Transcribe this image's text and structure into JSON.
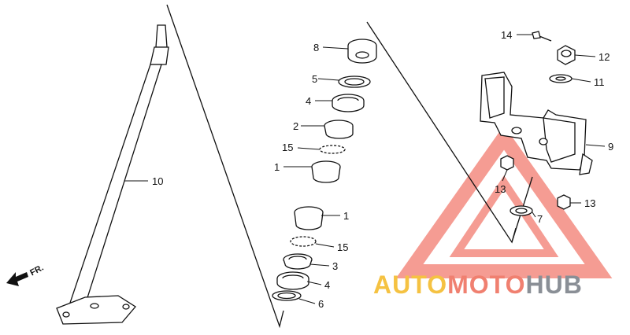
{
  "diagram": {
    "callouts": {
      "c10": "10",
      "c8": "8",
      "c5": "5",
      "c4a": "4",
      "c2": "2",
      "c15a": "15",
      "c1a": "1",
      "c1b": "1",
      "c15b": "15",
      "c3": "3",
      "c4b": "4",
      "c6": "6",
      "c14": "14",
      "c12": "12",
      "c11": "11",
      "c9": "9",
      "c13a": "13",
      "c13b": "13",
      "c7": "7"
    },
    "direction_label": "FR."
  },
  "watermark": {
    "part1": "AUTO",
    "part2": "MOTO",
    "part3": "HUB",
    "colors": {
      "auto": "#f5c242",
      "moto": "#f08070",
      "hub": "#8a8f96",
      "triangle": "#f27c6f"
    }
  }
}
